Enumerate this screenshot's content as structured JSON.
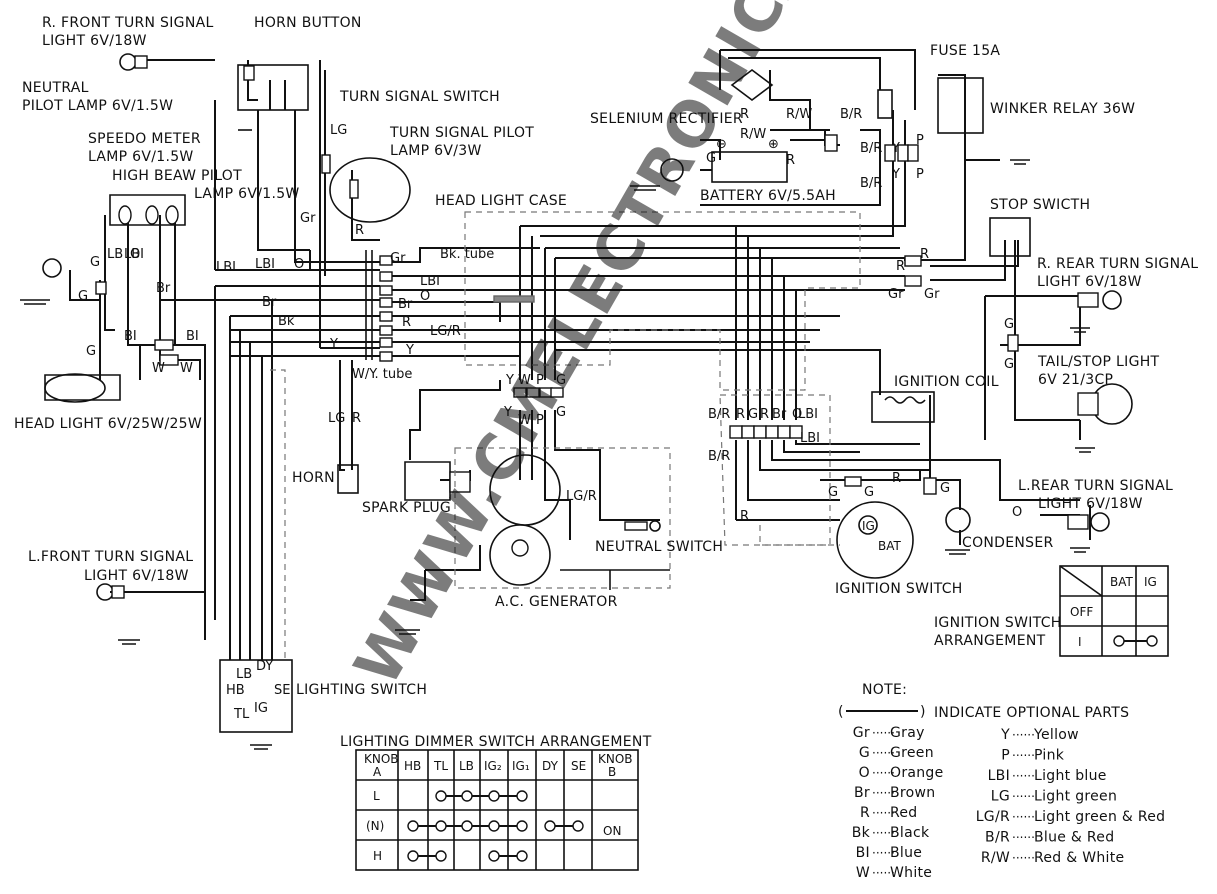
{
  "components": {
    "r_front_turn_1": "R. FRONT TURN SIGNAL",
    "r_front_turn_2": "LIGHT 6V/18W",
    "horn_button": "HORN BUTTON",
    "neutral_pilot_1": "NEUTRAL",
    "neutral_pilot_2": "PILOT LAMP 6V/1.5W",
    "turn_signal_switch": "TURN SIGNAL SWITCH",
    "speedo_1": "SPEEDO METER",
    "speedo_2": "LAMP 6V/1.5W",
    "high_beam_1": "HIGH BEAW PILOT",
    "high_beam_2": "LAMP 6V/1.5W",
    "turn_pilot_1": "TURN SIGNAL PILOT",
    "turn_pilot_2": "LAMP 6V/3W",
    "head_light_case": "HEAD LIGHT CASE",
    "bk_tube": "Bk. tube",
    "wy_tube": "W/Y. tube",
    "head_light": "HEAD LIGHT 6V/25W/25W",
    "horn": "HORN",
    "spark_plug": "SPARK PLUG",
    "neutral_switch": "NEUTRAL SWITCH",
    "ac_generator": "A.C. GENERATOR",
    "l_front_turn_1": "L.FRONT TURN SIGNAL",
    "l_front_turn_2": "LIGHT 6V/18W",
    "lighting_switch": "LIGHTING SWITCH",
    "fuse": "FUSE 15A",
    "selenium_rectifier": "SELENIUM RECTIFIER",
    "winker_relay": "WINKER RELAY 36W",
    "battery": "BATTERY 6V/5.5AH",
    "stop_switch": "STOP SWICTH",
    "r_rear_turn_1": "R. REAR TURN SIGNAL",
    "r_rear_turn_2": "LIGHT 6V/18W",
    "tail_stop_1": "TAIL/STOP LIGHT",
    "tail_stop_2": "6V 21/3CP",
    "ignition_coil": "IGNITION COIL",
    "l_rear_turn_1": "L.REAR TURN SIGNAL",
    "l_rear_turn_2": "LIGHT 6V/18W",
    "condenser": "CONDENSER",
    "ignition_switch": "IGNITION SWITCH",
    "ign_arr_1": "IGNITION SWITCH",
    "ign_arr_2": "ARRANGEMENT"
  },
  "watermark": "WWW.CMELECTRONICA.COM.AR",
  "wire_labels": {
    "G": "G",
    "LB": "LB",
    "LBI": "LBI",
    "O": "O",
    "Br": "Br",
    "Bk": "Bk",
    "BI": "BI",
    "W": "W",
    "Gr": "Gr",
    "LG": "LG",
    "R": "R",
    "Y": "Y",
    "P": "P",
    "LGR": "LG/R",
    "BR": "B/R",
    "RW": "R/W",
    "HB": "HB",
    "TL": "TL",
    "IG": "IG",
    "DY": "DY",
    "SE": "SE",
    "BAT": "BAT",
    "plus": "⊕",
    "minus": "⊖"
  },
  "ignition_table": {
    "headers": [
      "BAT",
      "IG"
    ],
    "rows": [
      "OFF",
      "I"
    ]
  },
  "dimmer_table": {
    "title": "LIGHTING DIMMER SWITCH ARRANGEMENT",
    "knob_a_1": "KNOB",
    "knob_a_2": "A",
    "knob_b_1": "KNOB",
    "knob_b_2": "B",
    "headers": [
      "HB",
      "TL",
      "LB",
      "IG₂",
      "IG₁",
      "DY",
      "SE"
    ],
    "rows": [
      "L",
      "(N)",
      "H"
    ],
    "on": "ON"
  },
  "note": {
    "title": "NOTE:",
    "optional": "INDICATE OPTIONAL PARTS",
    "left": [
      {
        "code": "Gr",
        "name": "Gray"
      },
      {
        "code": "G",
        "name": "Green"
      },
      {
        "code": "O",
        "name": "Orange"
      },
      {
        "code": "Br",
        "name": "Brown"
      },
      {
        "code": "R",
        "name": "Red"
      },
      {
        "code": "Bk",
        "name": "Black"
      },
      {
        "code": "BI",
        "name": "Blue"
      },
      {
        "code": "W",
        "name": "White"
      }
    ],
    "right": [
      {
        "code": "Y",
        "name": "Yellow"
      },
      {
        "code": "P",
        "name": "Pink"
      },
      {
        "code": "LBI",
        "name": "Light blue"
      },
      {
        "code": "LG",
        "name": "Light green"
      },
      {
        "code": "LG/R",
        "name": "Light green & Red"
      },
      {
        "code": "B/R",
        "name": "Blue & Red"
      },
      {
        "code": "R/W",
        "name": "Red & White"
      }
    ],
    "dots": "······"
  }
}
